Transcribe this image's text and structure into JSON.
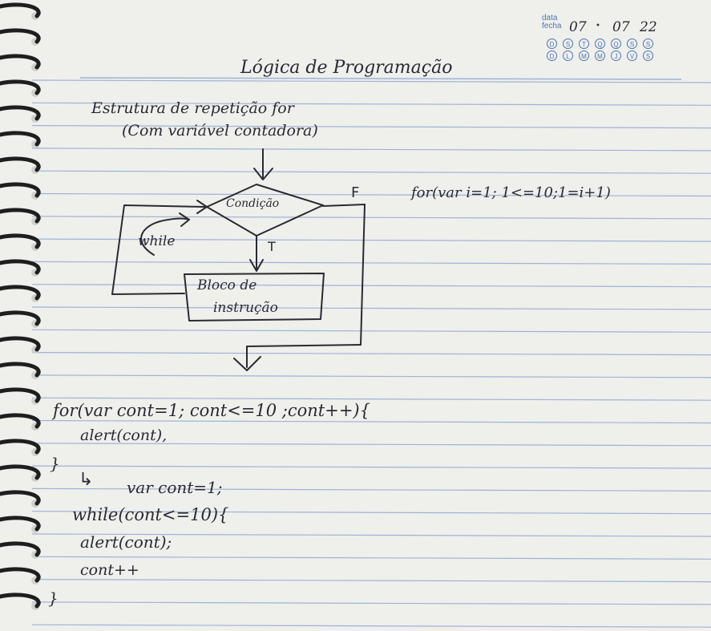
{
  "date_box": {
    "label_data": "data",
    "label_fecha": "fecha",
    "day": "07",
    "month": "07",
    "year": "22",
    "weekdays_row1": [
      "D",
      "S",
      "T",
      "Q",
      "Q",
      "S",
      "S"
    ],
    "weekdays_row2": [
      "D",
      "L",
      "M",
      "M",
      "J",
      "V",
      "S"
    ]
  },
  "title": "Lógica de Programação",
  "heading": {
    "line1": "Estrutura de repetição for",
    "line2": "(Com variável contadora)"
  },
  "flowchart": {
    "condition": "Condição",
    "false_label": "F",
    "true_label": "T",
    "loop_label": "while",
    "block_line1": "Bloco de",
    "block_line2": "instrução"
  },
  "side_code": "for(var i=1; 1<=10;1=i+1)",
  "code": {
    "for_line": "for(var cont=1; cont<=10 ;cont++){",
    "for_body": "alert(cont),",
    "for_close": "}",
    "arrow": "↳",
    "var_line": "var cont=1;",
    "while_line": "while(cont<=10){",
    "while_body1": "alert(cont);",
    "while_body2": "cont++",
    "while_close": "}"
  },
  "colors": {
    "paper": "#efefec",
    "rule_line": "#9fb2d6",
    "ink": "#2a2a33",
    "print_blue": "#4a78b4"
  }
}
